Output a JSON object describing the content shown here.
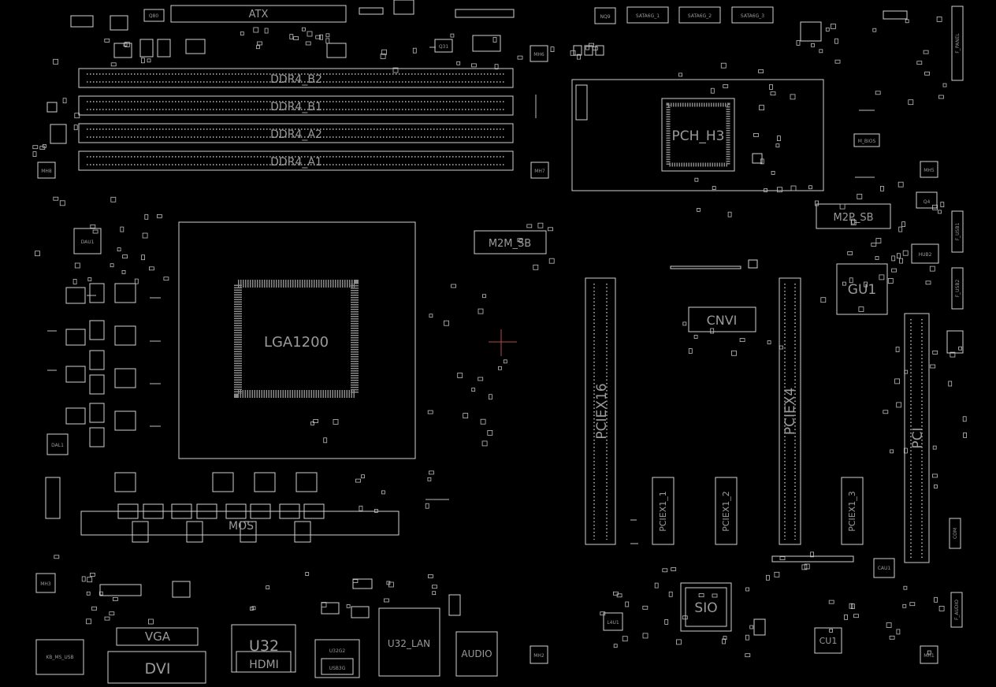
{
  "board": {
    "background": "#000000",
    "trace_color": "#d0d0d0",
    "label_color": "#9a9a9a",
    "cursor_color": "#b04a4a"
  },
  "labels": {
    "atx": "ATX",
    "ddr4_b2": "DDR4_B2",
    "ddr4_b1": "DDR4_B1",
    "ddr4_a2": "DDR4_A2",
    "ddr4_a1": "DDR4_A1",
    "cpu_socket": "LGA1200",
    "pch": "PCH_H3",
    "m2m": "M2M_SB",
    "m2p": "M2P_SB",
    "cnvi": "CNVI",
    "gu1": "GU1",
    "pciex16": "PCIEX16",
    "pciex4": "PCIEX4",
    "pciex1_1": "PCIEX1_1",
    "pciex1_2": "PCIEX1_2",
    "pciex1_3": "PCIEX1_3",
    "pci": "PCI",
    "sio": "SIO",
    "vga": "VGA",
    "dvi": "DVI",
    "u32": "U32",
    "hdmi": "HDMI",
    "u32g2": "U32G2",
    "u32_lan": "U32_LAN",
    "audio": "AUDIO",
    "cu1": "CU1",
    "mos": "MOS",
    "kb_ms_usb": "KB_MS_USB",
    "hub2": "HUB2",
    "q4": "Q4",
    "dal1": "DAL1",
    "dau1": "DAU1",
    "sata6g_1": "SATA6G_1",
    "sata6g_2": "SATA6G_2",
    "sata6g_3": "SATA6G_3",
    "nq9": "NQ9",
    "q31": "Q31",
    "mh8": "MH8",
    "mh7": "MH7",
    "mh6": "MH6",
    "mh5": "MH5",
    "mh3": "MH3",
    "mh2": "MH2",
    "mh1": "MH1",
    "f_panel": "F_PANEL",
    "f_usb1": "F_USB1",
    "f_usb2": "F_USB2",
    "f_audio": "F_AUDIO",
    "com": "COM",
    "cau1": "CAU1",
    "l4u1": "L4U1",
    "u5_3": "USB3G",
    "m_bios": "M_BIOS",
    "qb0": "Q80"
  }
}
